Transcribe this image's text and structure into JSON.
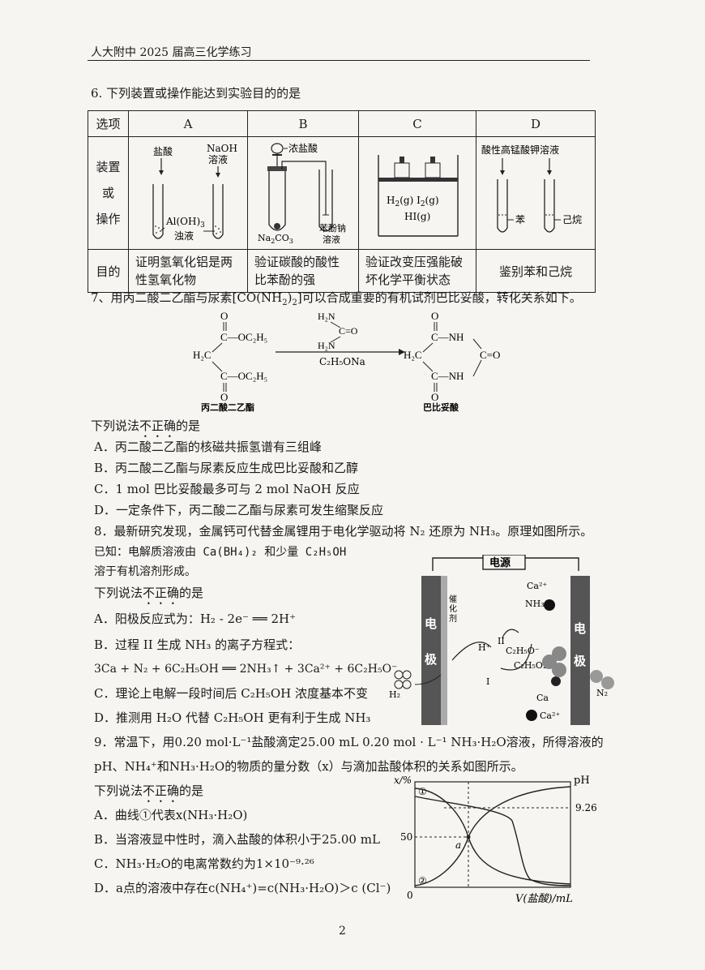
{
  "header": {
    "title": "人大附中 2025 届高三化学练习"
  },
  "q6": {
    "stem": "6. 下列装置或操作能达到实验目的的是",
    "col_label": "选项",
    "row_apparatus": [
      "装置",
      "或",
      "操作"
    ],
    "row_purpose": "目的",
    "options": [
      {
        "letter": "A",
        "purpose_line1": "证明氢氧化铝是两",
        "purpose_line2": "性氢氧化物",
        "labels": {
          "l1": "盐酸",
          "l2": "NaOH",
          "l3": "溶液",
          "l4": "Al(OH)",
          "l4sub": "3",
          "l5": "浊液"
        }
      },
      {
        "letter": "B",
        "purpose_line1": "验证碳酸的酸性",
        "purpose_line2": "比苯酚的强",
        "labels": {
          "l1": "浓盐酸",
          "l2": "Na",
          "l2sub": "2",
          "l2b": "CO",
          "l2bsub": "3",
          "l3": "苯酚钠",
          "l4": "溶液"
        }
      },
      {
        "letter": "C",
        "purpose_line1": "验证改变压强能破",
        "purpose_line2": "坏化学平衡状态",
        "labels": {
          "l1": "H",
          "l1sub": "2",
          "l1b": "(g)  I",
          "l1bsub": "2",
          "l1c": "(g)",
          "l2": "HI(g)"
        }
      },
      {
        "letter": "D",
        "purpose_line1": "鉴别苯和己烷",
        "purpose_line2": "",
        "labels": {
          "l1": "酸性高锰酸钾溶液",
          "l2": "苯",
          "l3": "己烷"
        }
      }
    ]
  },
  "q7": {
    "stem_a": "7、用丙二酸二乙酯与尿素[CO(NH",
    "stem_sub": "2",
    "stem_b": ")",
    "stem_sub2": "2",
    "stem_c": "]可以合成重要的有机试剂巴比妥酸，转化关系如下。",
    "reactant_name": "丙二酸二乙酯",
    "product_name": "巴比妥酸",
    "reagent": "C2H5ONa",
    "q_prefix": "下列说法",
    "q_dots": "不正确",
    "q_suffix": "的是",
    "choices": [
      "A．丙二酸二乙酯的核磁共振氢谱有三组峰",
      "B．丙二酸二乙酯与尿素反应生成巴比妥酸和乙醇",
      "C．1 mol 巴比妥酸最多可与 2 mol NaOH 反应",
      "D．一定条件下，丙二酸二乙酯与尿素可发生缩聚反应"
    ]
  },
  "q8": {
    "stem": "8．最新研究发现，金属钙可代替金属锂用于电化学驱动将 N₂ 还原为 NH₃。原理如图所示。",
    "known1": "已知：电解质溶液由 Ca(BH₄)₂ 和少量 C₂H₅OH",
    "known2": "溶于有机溶剂形成。",
    "q_prefix": "下列说法",
    "q_dots": "不正确",
    "q_suffix": "的是",
    "choices": [
      "A．阳极反应式为：H₂ - 2e⁻ ══ 2H⁺",
      "B．过程 II 生成 NH₃ 的离子方程式：",
      "3Ca + N₂ + 6C₂H₅OH ══ 2NH₃↑ + 3Ca²⁺ + 6C₂H₅O⁻",
      "C．理论上电解一段时间后 C₂H₅OH 浓度基本不变",
      "D．推测用 H₂O 代替 C₂H₅OH 更有利于生成 NH₃"
    ],
    "diagram": {
      "power": "电源",
      "electrode": "电极",
      "catalyst": "催化剂",
      "ca2": "Ca²⁺",
      "nh3": "NH₃",
      "h": "H⁺",
      "c2h5o": "C₂H₅O⁻",
      "c2h5oh": "C₂H₅OH",
      "h2": "H₂",
      "n2": "N₂",
      "ca": "Ca",
      "I": "I",
      "II": "II"
    }
  },
  "q9": {
    "stem1": "9．常温下，用0.20 mol·L⁻¹盐酸滴定25.00 mL 0.20 mol · L⁻¹ NH₃·H₂O溶液，所得溶液的",
    "stem2": "pH、NH₄⁺和NH₃·H₂O的物质的量分数（x）与滴加盐酸体积的关系如图所示。",
    "q_prefix": "下列说法",
    "q_dots": "不正确",
    "q_suffix": "的是",
    "choices": [
      "A．曲线①代表x(NH₃·H₂O)",
      "B．当溶液显中性时，滴入盐酸的体积小于25.00 mL",
      "C．NH₃·H₂O的电离常数约为1×10⁻⁹·²⁶",
      "D．a点的溶液中存在c(NH₄⁺)=c(NH₃·H₂O)＞c (Cl⁻)"
    ],
    "chart": {
      "ylabel": "x/%",
      "y2label": "pH",
      "xlabel": "V(盐酸)/mL",
      "y50": "50",
      "zero": "0",
      "ph_mark": "9.26",
      "point": "a",
      "c1": "①",
      "c2": "②"
    }
  },
  "page_number": "2"
}
